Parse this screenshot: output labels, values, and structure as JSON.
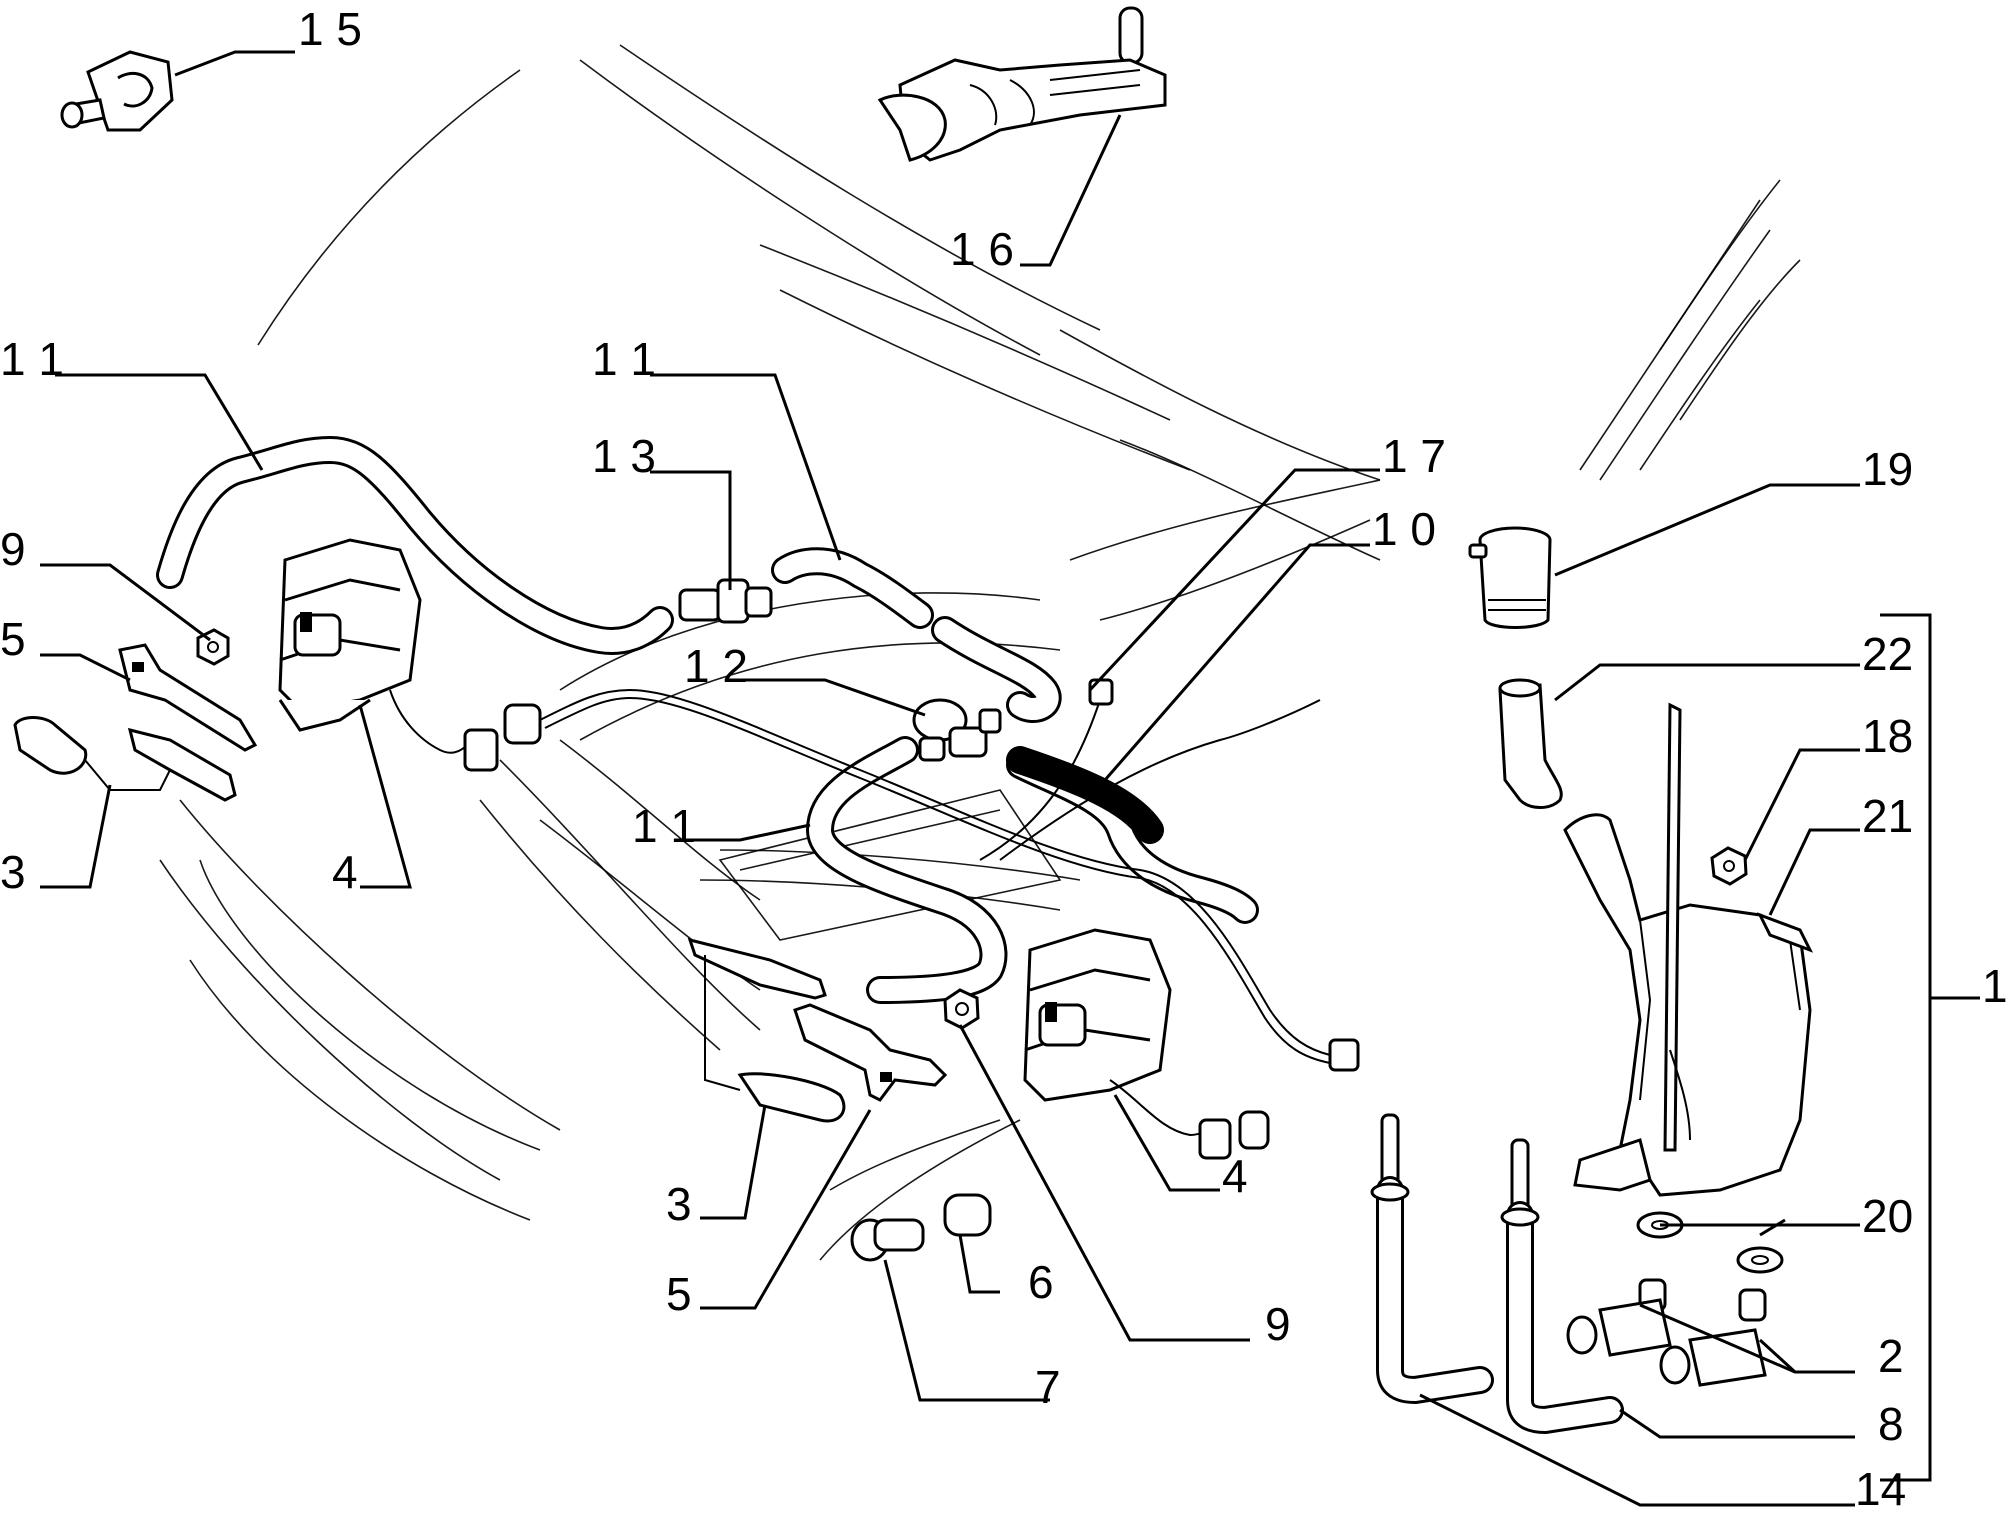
{
  "labels": [
    {
      "id": "15",
      "text": "1 5"
    },
    {
      "id": "16",
      "text": "1 6"
    },
    {
      "id": "11a",
      "text": "1 1"
    },
    {
      "id": "11b",
      "text": "1 1"
    },
    {
      "id": "13",
      "text": "1 3"
    },
    {
      "id": "17",
      "text": "1 7"
    },
    {
      "id": "10",
      "text": "1 0"
    },
    {
      "id": "19",
      "text": "19"
    },
    {
      "id": "9a",
      "text": "9"
    },
    {
      "id": "5a",
      "text": "5"
    },
    {
      "id": "12",
      "text": "1 2"
    },
    {
      "id": "22",
      "text": "22"
    },
    {
      "id": "18",
      "text": "18"
    },
    {
      "id": "21",
      "text": "21"
    },
    {
      "id": "11c",
      "text": "1 1"
    },
    {
      "id": "3a",
      "text": "3"
    },
    {
      "id": "4a",
      "text": "4"
    },
    {
      "id": "1",
      "text": "1"
    },
    {
      "id": "4b",
      "text": "4"
    },
    {
      "id": "3b",
      "text": "3"
    },
    {
      "id": "20",
      "text": "20"
    },
    {
      "id": "6",
      "text": "6"
    },
    {
      "id": "5b",
      "text": "5"
    },
    {
      "id": "9b",
      "text": "9"
    },
    {
      "id": "2",
      "text": "2"
    },
    {
      "id": "7",
      "text": "7"
    },
    {
      "id": "8",
      "text": "8"
    },
    {
      "id": "14",
      "text": "14"
    }
  ]
}
